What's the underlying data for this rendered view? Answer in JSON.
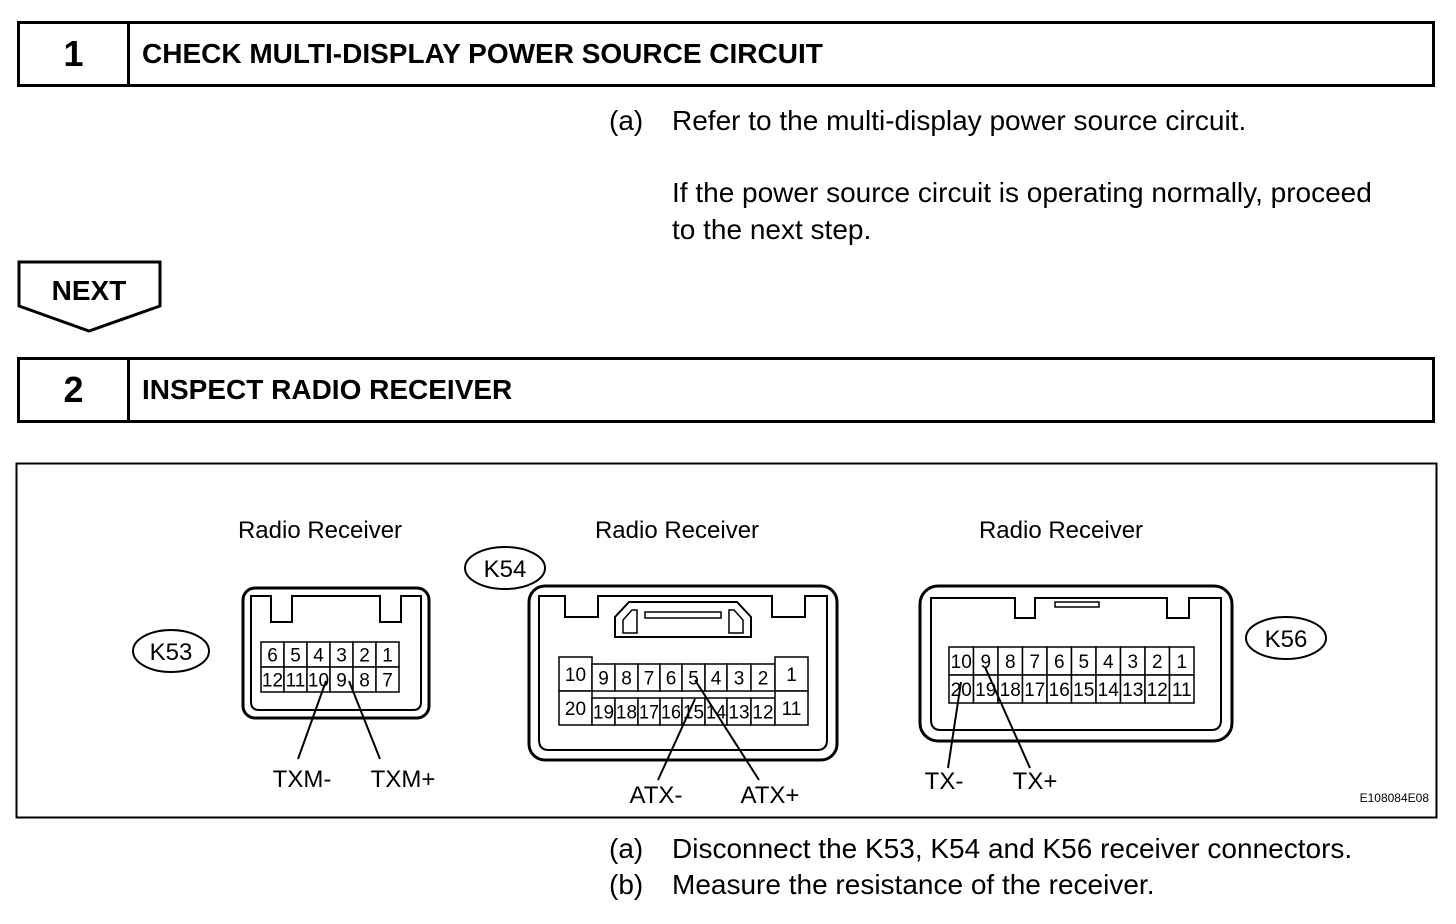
{
  "step1": {
    "number": "1",
    "title": "CHECK MULTI-DISPLAY POWER SOURCE CIRCUIT",
    "item_a_marker": "(a)",
    "item_a_text": "Refer to the multi-display power source circuit.",
    "note_line1": "If the power source circuit is operating normally, proceed",
    "note_line2": "to the next step."
  },
  "next_label": "NEXT",
  "step2": {
    "number": "2",
    "title": "INSPECT RADIO RECEIVER",
    "item_a_marker": "(a)",
    "item_a_text": "Disconnect the K53, K54 and K56 receiver connectors.",
    "item_b_marker": "(b)",
    "item_b_text": "Measure the resistance of the receiver."
  },
  "figure": {
    "code": "E108084E08",
    "connectors": [
      {
        "title": "Radio Receiver",
        "id": "K53",
        "top_row": [
          "6",
          "5",
          "4",
          "3",
          "2",
          "1"
        ],
        "bottom_row": [
          "12",
          "11",
          "10",
          "9",
          "8",
          "7"
        ],
        "pin_labels": [
          "TXM-",
          "TXM+"
        ]
      },
      {
        "title": "Radio Receiver",
        "id": "K54",
        "top_row": [
          "10",
          "9",
          "8",
          "7",
          "6",
          "5",
          "4",
          "3",
          "2",
          "1"
        ],
        "bottom_row": [
          "20",
          "19",
          "18",
          "17",
          "16",
          "15",
          "14",
          "13",
          "12",
          "11"
        ],
        "pin_labels": [
          "ATX-",
          "ATX+"
        ]
      },
      {
        "title": "Radio Receiver",
        "id": "K56",
        "top_row": [
          "10",
          "9",
          "8",
          "7",
          "6",
          "5",
          "4",
          "3",
          "2",
          "1"
        ],
        "bottom_row": [
          "20",
          "19",
          "18",
          "17",
          "16",
          "15",
          "14",
          "13",
          "12",
          "11"
        ],
        "pin_labels": [
          "TX-",
          "TX+"
        ]
      }
    ]
  }
}
